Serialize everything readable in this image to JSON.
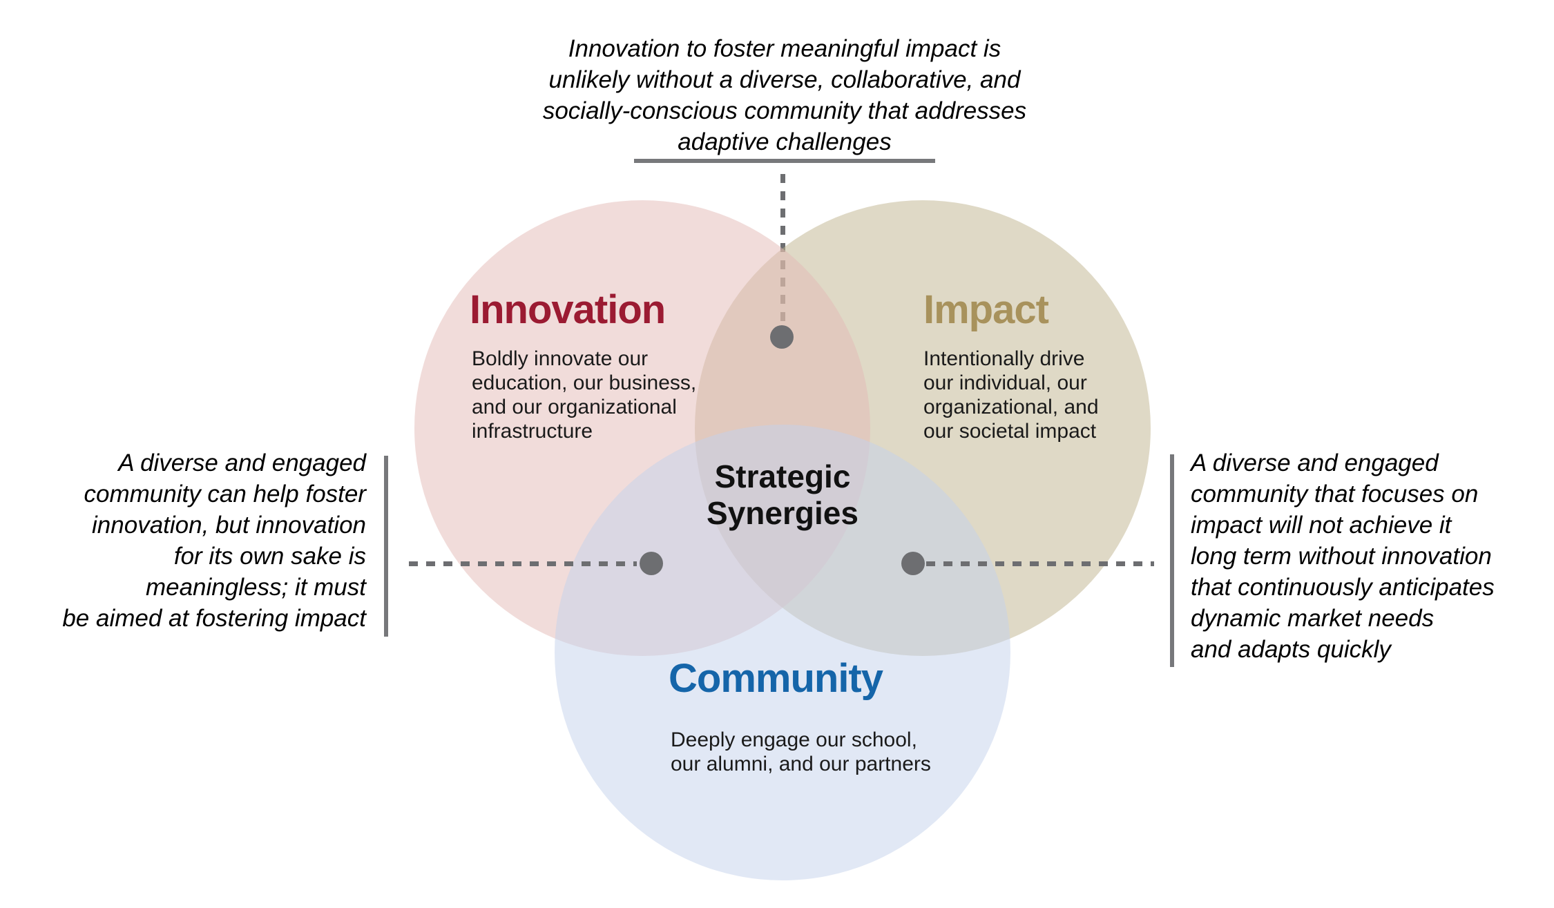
{
  "colors": {
    "innovation_title": "#9B1B32",
    "impact_title": "#A8925C",
    "community_title": "#1565A9",
    "innovation_fill": "rgba(227,185,181,0.5)",
    "impact_fill": "rgba(191,179,141,0.5)",
    "community_fill": "rgba(195,209,235,0.5)",
    "connector_gray": "#6D6E71",
    "rule_gray": "#77787B",
    "body_text": "#1A1A1A"
  },
  "center": {
    "label": "Strategic\nSynergies"
  },
  "circles": {
    "innovation": {
      "title": "Innovation",
      "description": "Boldly innovate our\neducation, our business,\nand our organizational\ninfrastructure"
    },
    "impact": {
      "title": "Impact",
      "description": "Intentionally drive\nour individual, our\norganizational, and\nour societal impact"
    },
    "community": {
      "title": "Community",
      "description": "Deeply engage our school,\nour alumni, and our partners"
    }
  },
  "annotations": {
    "top": {
      "text": "Innovation to foster meaningful impact is\nunlikely without a diverse, collaborative, and\nsocially-conscious community that addresses\nadaptive challenges"
    },
    "left": {
      "text": "A diverse and engaged\ncommunity can help foster\ninnovation, but innovation\nfor its own sake is\nmeaningless; it must\nbe aimed at fostering impact"
    },
    "right": {
      "text": "A diverse and engaged\ncommunity that focuses on\nimpact will not achieve it\nlong term without innovation\nthat continuously anticipates\ndynamic market needs\nand adapts quickly"
    }
  }
}
